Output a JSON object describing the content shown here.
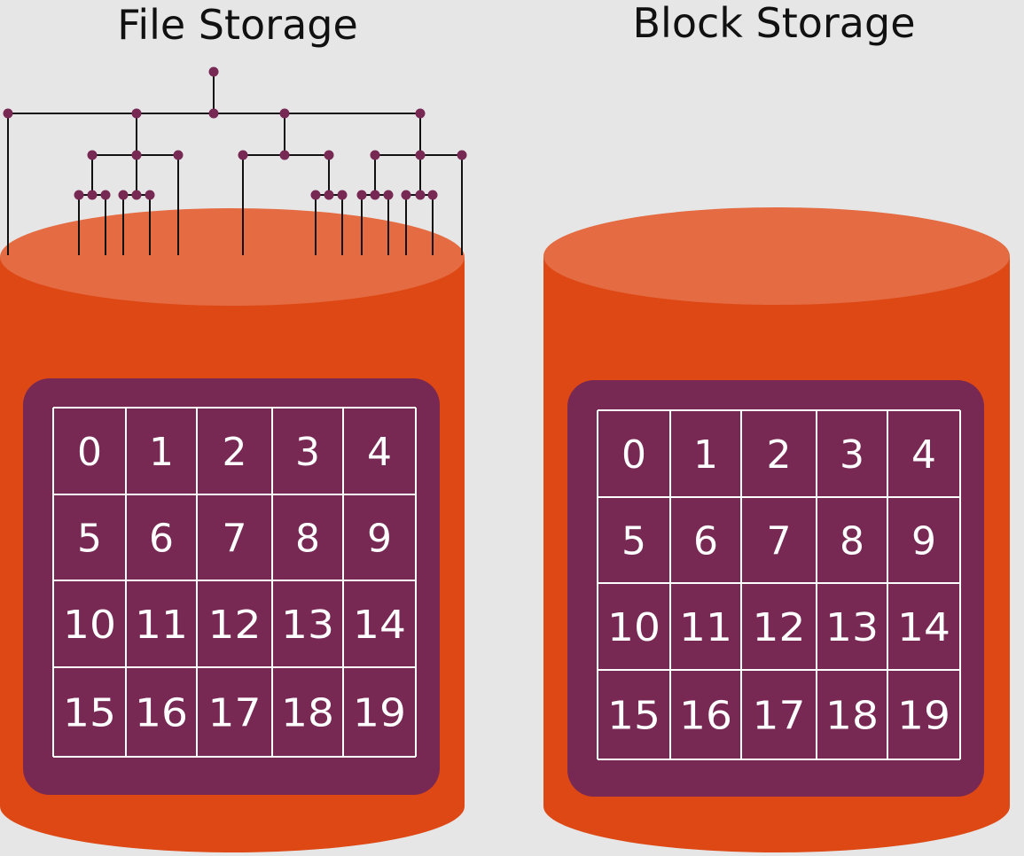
{
  "colors": {
    "background": "#e6e6e6",
    "cylinder_body": "#de4815",
    "cylinder_top": "#e46b42",
    "panel": "#772953",
    "grid_line": "#ffffff",
    "tree_line": "#111111",
    "tree_node": "#772953",
    "title_text": "#111111"
  },
  "panels": [
    {
      "id": "file-storage",
      "title": "File Storage",
      "has_tree": true,
      "cells": [
        "0",
        "1",
        "2",
        "3",
        "4",
        "5",
        "6",
        "7",
        "8",
        "9",
        "10",
        "11",
        "12",
        "13",
        "14",
        "15",
        "16",
        "17",
        "18",
        "19"
      ]
    },
    {
      "id": "block-storage",
      "title": "Block Storage",
      "has_tree": false,
      "cells": [
        "0",
        "1",
        "2",
        "3",
        "4",
        "5",
        "6",
        "7",
        "8",
        "9",
        "10",
        "11",
        "12",
        "13",
        "14",
        "15",
        "16",
        "17",
        "18",
        "19"
      ]
    }
  ]
}
